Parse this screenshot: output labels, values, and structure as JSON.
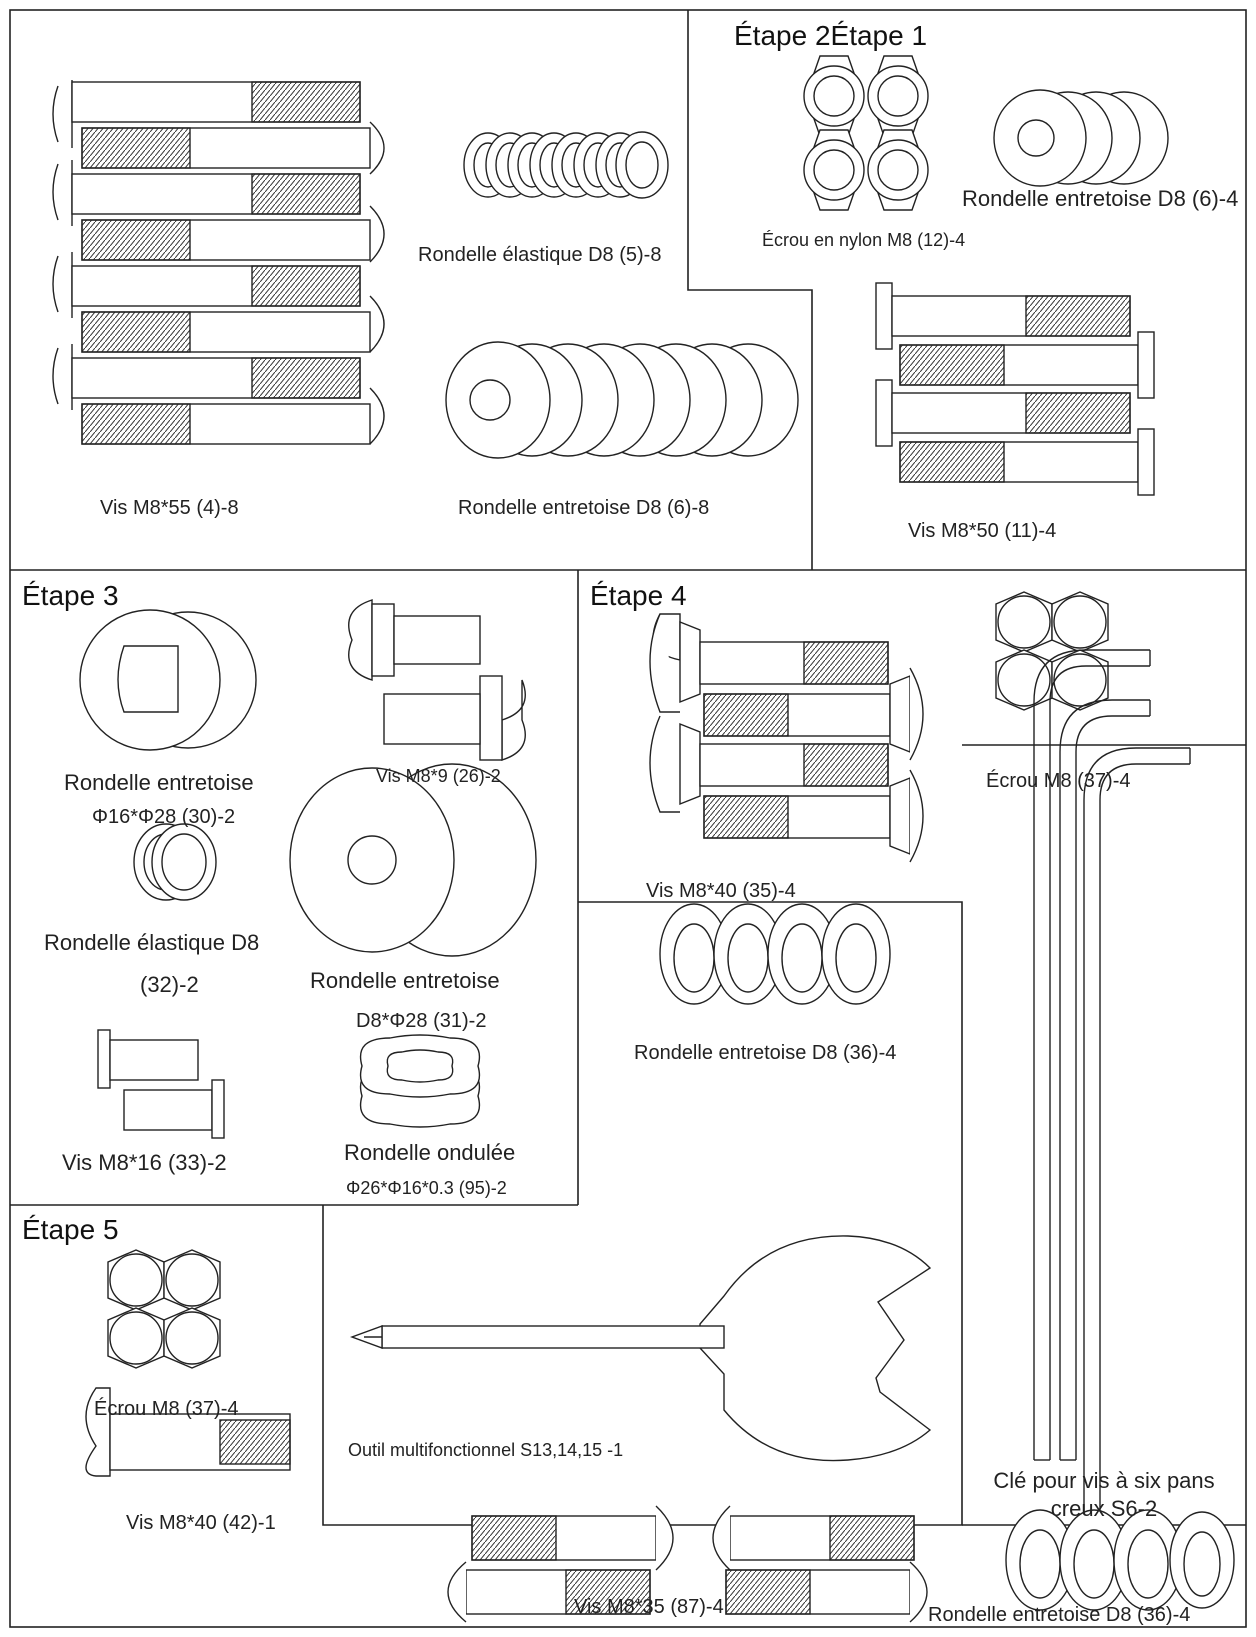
{
  "steps": {
    "step2_1": "Étape 2Étape 1",
    "step3": "Étape 3",
    "step4": "Étape 4",
    "step5": "Étape 5"
  },
  "parts": {
    "p4": "Vis M8*55 (4)-8",
    "p5": "Rondelle élastique D8 (5)-8",
    "p6a": "Rondelle entretoise D8 (6)-8",
    "p12": "Écrou en nylon M8 (12)-4",
    "p6b": "Rondelle entretoise D8 (6)-4",
    "p11": "Vis M8*50 (11)-4",
    "p30_line1": "Rondelle entretoise",
    "p30_line2": "Φ16*Φ28 (30)-2",
    "p26": "Vis M8*9 (26)-2",
    "p32_line1": "Rondelle élastique D8",
    "p32_line2": "(32)-2",
    "p31_line1": "Rondelle entretoise",
    "p31_line2": "D8*Φ28 (31)-2",
    "p33": "Vis M8*16 (33)-2",
    "p95_line1": "Rondelle ondulée",
    "p95_line2": "Φ26*Φ16*0.3 (95)-2",
    "p35": "Vis M8*40 (35)-4",
    "p37a": "Écrou M8 (37)-4",
    "p36a": "Rondelle entretoise D8 (36)-4",
    "tool": "Outil multifonctionnel S13,14,15 -1",
    "wrench_line1": "Clé pour vis à six pans",
    "wrench_line2": "creux S6-2",
    "p37b": "Écrou M8 (37)-4",
    "p42": "Vis M8*40 (42)-1",
    "p87": "Vis M8*35 (87)-4",
    "p36b": "Rondelle entretoise D8 (36)-4"
  }
}
